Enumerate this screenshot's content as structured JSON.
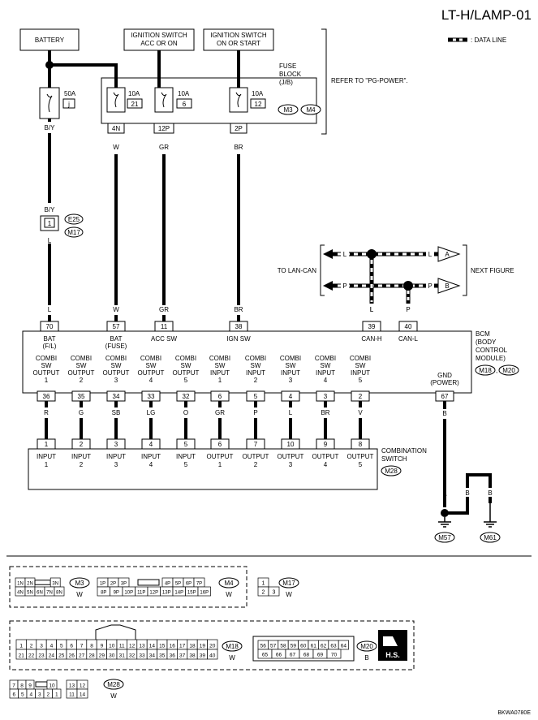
{
  "page_id": "LT-H/LAMP-01",
  "data_line_legend": ": DATA LINE",
  "refer_text": "REFER TO \"PG-POWER\".",
  "sources": {
    "battery": "BATTERY",
    "ign_acc_line1": "IGNITION SWITCH",
    "ign_acc_line2": "ACC OR ON",
    "ign_on_line1": "IGNITION SWITCH",
    "ign_on_line2": "ON OR START"
  },
  "fuse_block": {
    "title1": "FUSE",
    "title2": "BLOCK",
    "title3": "(J/B)",
    "conn1": "M3",
    "conn2": "M4",
    "fuses": [
      {
        "amp": "10A",
        "num": "21",
        "pin": "4N",
        "wire": "W"
      },
      {
        "amp": "10A",
        "num": "6",
        "pin": "12P",
        "wire": "GR"
      },
      {
        "amp": "10A",
        "num": "12",
        "pin": "2P",
        "wire": "BR"
      }
    ]
  },
  "fusible": {
    "amp": "50A",
    "num": "j",
    "wire": "B/Y"
  },
  "joint": {
    "wire_top": "B/Y",
    "pin": "1",
    "conn1": "E25",
    "conn2": "M17",
    "wire_bottom": "L"
  },
  "lan": {
    "to": "TO LAN-CAN",
    "next": "NEXT FIGURE",
    "top_left_wire": "L",
    "top_right_wire": "L",
    "bot_left_wire": "P",
    "bot_right_wire": "P",
    "conn_a": "A",
    "conn_b": "B",
    "canh_wire": "L",
    "canl_wire": "P"
  },
  "bcm": {
    "name1": "BCM",
    "name2": "(BODY",
    "name3": "CONTROL",
    "name4": "MODULE)",
    "conn1": "M18",
    "conn2": "M20",
    "top_pins": [
      {
        "wire": "L",
        "pin": "70",
        "label1": "BAT",
        "label2": "(F/L)"
      },
      {
        "wire": "W",
        "pin": "57",
        "label1": "BAT",
        "label2": "(FUSE)"
      },
      {
        "wire": "GR",
        "pin": "11",
        "label1": "ACC SW",
        "label2": ""
      },
      {
        "wire": "BR",
        "pin": "38",
        "label1": "IGN SW",
        "label2": ""
      },
      {
        "wire": "L",
        "pin": "39",
        "label1": "CAN-H",
        "label2": ""
      },
      {
        "wire": "P",
        "pin": "40",
        "label1": "CAN-L",
        "label2": ""
      }
    ],
    "bottom_pins": [
      {
        "l1": "COMBI",
        "l2": "SW",
        "l3": "OUTPUT",
        "l4": "1",
        "pin": "36",
        "wire": "R"
      },
      {
        "l1": "COMBI",
        "l2": "SW",
        "l3": "OUTPUT",
        "l4": "2",
        "pin": "35",
        "wire": "G"
      },
      {
        "l1": "COMBI",
        "l2": "SW",
        "l3": "OUTPUT",
        "l4": "3",
        "pin": "34",
        "wire": "SB"
      },
      {
        "l1": "COMBI",
        "l2": "SW",
        "l3": "OUTPUT",
        "l4": "4",
        "pin": "33",
        "wire": "LG"
      },
      {
        "l1": "COMBI",
        "l2": "SW",
        "l3": "OUTPUT",
        "l4": "5",
        "pin": "32",
        "wire": "O"
      },
      {
        "l1": "COMBI",
        "l2": "SW",
        "l3": "INPUT",
        "l4": "1",
        "pin": "6",
        "wire": "GR"
      },
      {
        "l1": "COMBI",
        "l2": "SW",
        "l3": "INPUT",
        "l4": "2",
        "pin": "5",
        "wire": "P"
      },
      {
        "l1": "COMBI",
        "l2": "SW",
        "l3": "INPUT",
        "l4": "3",
        "pin": "4",
        "wire": "L"
      },
      {
        "l1": "COMBI",
        "l2": "SW",
        "l3": "INPUT",
        "l4": "4",
        "pin": "3",
        "wire": "BR"
      },
      {
        "l1": "COMBI",
        "l2": "SW",
        "l3": "INPUT",
        "l4": "5",
        "pin": "2",
        "wire": "V"
      }
    ],
    "gnd1": "GND",
    "gnd2": "(POWER)",
    "gnd_pin": "67",
    "gnd_wire": "B"
  },
  "combi_switch": {
    "name1": "COMBINATION",
    "name2": "SWITCH",
    "conn": "M28",
    "pins": [
      {
        "pin": "1",
        "l1": "INPUT",
        "l2": "1"
      },
      {
        "pin": "2",
        "l1": "INPUT",
        "l2": "2"
      },
      {
        "pin": "3",
        "l1": "INPUT",
        "l2": "3"
      },
      {
        "pin": "4",
        "l1": "INPUT",
        "l2": "4"
      },
      {
        "pin": "5",
        "l1": "INPUT",
        "l2": "5"
      },
      {
        "pin": "6",
        "l1": "OUTPUT",
        "l2": "1"
      },
      {
        "pin": "7",
        "l1": "OUTPUT",
        "l2": "2"
      },
      {
        "pin": "10",
        "l1": "OUTPUT",
        "l2": "3"
      },
      {
        "pin": "9",
        "l1": "OUTPUT",
        "l2": "4"
      },
      {
        "pin": "8",
        "l1": "OUTPUT",
        "l2": "5"
      }
    ]
  },
  "ground": {
    "wire1": "B",
    "wire2": "B",
    "wire3": "B",
    "g1": "M57",
    "g2": "M61"
  },
  "connectors": {
    "m3": {
      "id": "M3",
      "color": "W",
      "row1": [
        "1N",
        "2N",
        "",
        "3N"
      ],
      "row2": [
        "4N",
        "5N",
        "6N",
        "7N",
        "8N"
      ]
    },
    "m4": {
      "id": "M4",
      "color": "W",
      "row1": [
        "1P",
        "2P",
        "3P",
        "4P",
        "5P",
        "6P",
        "7P"
      ],
      "row2": [
        "8P",
        "9P",
        "10P",
        "11P",
        "12P",
        "13P",
        "14P",
        "15P",
        "16P"
      ]
    },
    "m17": {
      "id": "M17",
      "color": "W",
      "row1": [
        "1"
      ],
      "row2": [
        "2",
        "3"
      ]
    },
    "m18": {
      "id": "M18",
      "color": "W",
      "row1": [
        "1",
        "2",
        "3",
        "4",
        "5",
        "6",
        "7",
        "8",
        "9",
        "10",
        "11",
        "12",
        "13",
        "14",
        "15",
        "16",
        "17",
        "18",
        "19",
        "20"
      ],
      "row2": [
        "21",
        "22",
        "23",
        "24",
        "25",
        "26",
        "27",
        "28",
        "29",
        "30",
        "31",
        "32",
        "33",
        "34",
        "35",
        "36",
        "37",
        "38",
        "39",
        "40"
      ]
    },
    "m20": {
      "id": "M20",
      "color": "B",
      "row1": [
        "56",
        "57",
        "58",
        "59",
        "60",
        "61",
        "62",
        "63",
        "64"
      ],
      "row2": [
        "65",
        "66",
        "67",
        "68",
        "69",
        "70"
      ]
    },
    "m28": {
      "id": "M28",
      "color": "W",
      "row1": [
        "7",
        "8",
        "9",
        "",
        "10",
        "",
        "13",
        "12"
      ],
      "row2": [
        "6",
        "5",
        "4",
        "3",
        "2",
        "1",
        "",
        "11",
        "14"
      ]
    },
    "hs": "H.S."
  },
  "footer_code": "BKWA0780E"
}
